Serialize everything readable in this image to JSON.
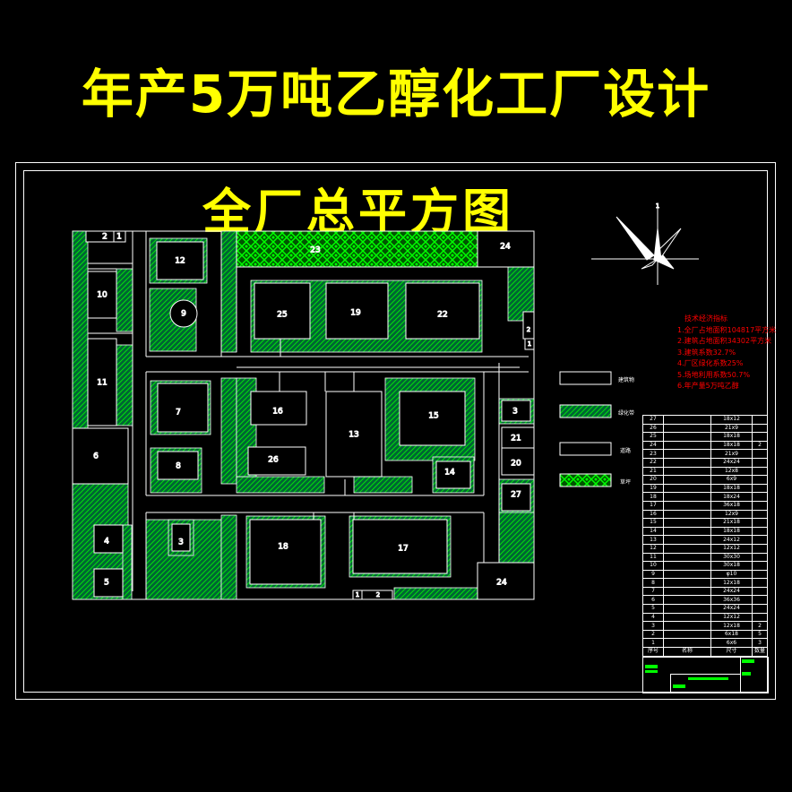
{
  "title": "年产5万吨乙醇化工厂设计",
  "drawing_title": "全厂总平方图",
  "compass_label": "1",
  "notes": {
    "heading": "技术经济指标",
    "items": [
      "1.全厂占地面积104817平方米",
      "2.建筑占地面积34302平方米",
      "3.建筑系数32.7%",
      "4.厂区绿化系数25%",
      "5.场地利用系数50.7%",
      "6.年产量5万吨乙醇"
    ]
  },
  "legend": [
    {
      "label": "建筑物",
      "fill": "none"
    },
    {
      "label": "绿化带",
      "fill": "hatch"
    },
    {
      "label": "道路",
      "fill": "none"
    },
    {
      "label": "草坪",
      "fill": "cross"
    }
  ],
  "buildings": {
    "b1a": "1",
    "b2a": "2",
    "b12": "12",
    "b9": "9",
    "b10": "10",
    "b11": "11",
    "b6": "6",
    "b7": "7",
    "b8": "8",
    "b4": "4",
    "b5": "5",
    "b3a": "3",
    "b23": "23",
    "b24a": "24",
    "b25": "25",
    "b19": "19",
    "b22": "22",
    "b16": "16",
    "b13": "13",
    "b15": "15",
    "b26": "26",
    "b14": "14",
    "b3b": "3",
    "b21": "21",
    "b20": "20",
    "b27": "27",
    "b18": "18",
    "b17": "17",
    "b24b": "24",
    "b2b": "2",
    "b1b": "1",
    "b2c": "2",
    "b1c": "1"
  },
  "table": {
    "rows": [
      [
        "27",
        "",
        "18x12",
        ""
      ],
      [
        "26",
        "",
        "21x9",
        ""
      ],
      [
        "25",
        "",
        "18x18",
        ""
      ],
      [
        "24",
        "",
        "18x18",
        "2"
      ],
      [
        "23",
        "",
        "21x9",
        ""
      ],
      [
        "22",
        "",
        "24x24",
        ""
      ],
      [
        "21",
        "",
        "12x8",
        ""
      ],
      [
        "20",
        "",
        "6x9",
        ""
      ],
      [
        "19",
        "",
        "18x18",
        ""
      ],
      [
        "18",
        "",
        "18x24",
        ""
      ],
      [
        "17",
        "",
        "36x18",
        ""
      ],
      [
        "16",
        "",
        "12x9",
        ""
      ],
      [
        "15",
        "",
        "21x18",
        ""
      ],
      [
        "14",
        "",
        "18x18",
        ""
      ],
      [
        "13",
        "",
        "24x12",
        ""
      ],
      [
        "12",
        "",
        "12x12",
        ""
      ],
      [
        "11",
        "",
        "30x30",
        ""
      ],
      [
        "10",
        "",
        "30x18",
        ""
      ],
      [
        "9",
        "",
        "φ10",
        ""
      ],
      [
        "8",
        "",
        "12x18",
        ""
      ],
      [
        "7",
        "",
        "24x24",
        ""
      ],
      [
        "6",
        "",
        "36x36",
        ""
      ],
      [
        "5",
        "",
        "24x24",
        ""
      ],
      [
        "4",
        "",
        "12x12",
        ""
      ],
      [
        "3",
        "",
        "12x18",
        "2"
      ],
      [
        "2",
        "",
        "6x18",
        "5"
      ],
      [
        "1",
        "",
        "6x6",
        "3"
      ],
      [
        "序号",
        "名称",
        "尺寸",
        "数量"
      ]
    ]
  },
  "colors": {
    "title": "#ffff00",
    "green": "#00ff00",
    "notes": "#ff0000",
    "line": "#ffffff"
  }
}
